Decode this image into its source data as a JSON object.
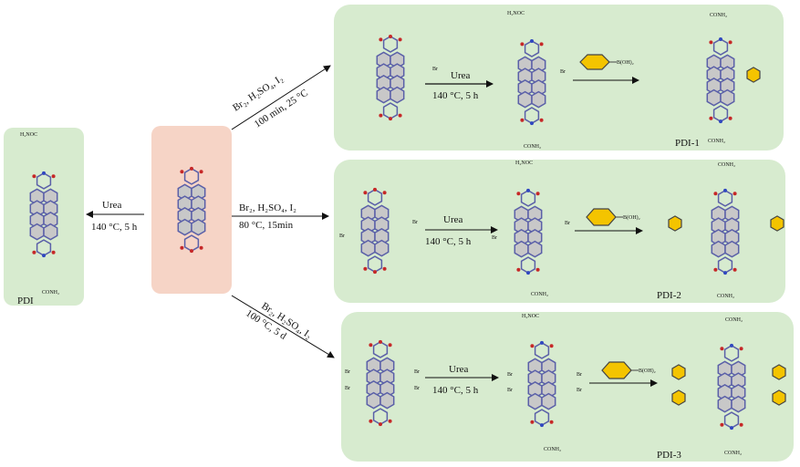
{
  "colors": {
    "product_panel": "#d7ebcf",
    "start_panel": "#f6d4c6",
    "ring_fill": "#c8c8c8",
    "bond": "#5a5fa8",
    "phenyl": "#f4c400",
    "oxygen": "#c62828",
    "nitrogen": "#3048c0"
  },
  "left": {
    "arrow_top": "Urea",
    "arrow_bottom": "140 °C,   5 h",
    "product_label": "PDI",
    "top_sub": "H₂NOC",
    "bottom_sub": "CONH₂"
  },
  "routes": [
    {
      "conditions_line1": "Br₂, H₂SO₄, I₂",
      "conditions_line2": "100 min, 25 °C",
      "urea": "Urea",
      "urea_conditions": "140 °C,   5 h",
      "boronic": "B(OH)₂",
      "product": "PDI-1",
      "br": "Br",
      "intermediate_top": "H₂NOC",
      "intermediate_bottom": "CONH₂",
      "product_top": "CONH₂",
      "product_bottom": "CONH₂"
    },
    {
      "conditions_line1": "Br₂, H₂SO₄, I₂",
      "conditions_line2": "80 °C, 15min",
      "urea": "Urea",
      "urea_conditions": "140 °C,    5 h",
      "boronic": "B(OH)₂",
      "product": "PDI-2",
      "br": "Br",
      "intermediate_top": "H₂NOC",
      "intermediate_bottom": "CONH₂",
      "product_top": "CONH₂",
      "product_bottom": "CONH₂"
    },
    {
      "conditions_line1": "Br₂,  H₂SO₄, I₂",
      "conditions_line2": "100 °C, 5 d",
      "urea": "Urea",
      "urea_conditions": "140 °C,   5 h",
      "boronic": "B(OH)₂",
      "product": "PDI-3",
      "br": "Br",
      "intermediate_top": "H₂NOC",
      "intermediate_bottom": "CONH₂",
      "product_top": "CONH₂",
      "product_bottom": "CONH₂"
    }
  ]
}
